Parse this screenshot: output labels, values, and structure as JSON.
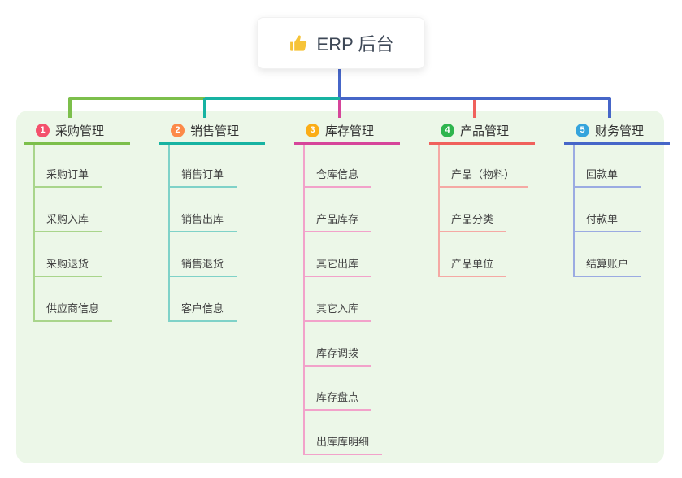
{
  "canvas": {
    "background": "#FFFFFF",
    "panel_background": "#ECF7E8"
  },
  "root": {
    "label": "ERP 后台",
    "icon": "thumbs-up-icon",
    "icon_color": "#F6C338",
    "trunk_color": "#4A63C8"
  },
  "branches": [
    {
      "number": "1",
      "title": "采购管理",
      "badge_color": "#F4516C",
      "line_color": "#7CBF4B",
      "child_line_color": "#A9D58B",
      "children": [
        "采购订单",
        "采购入库",
        "采购退货",
        "供应商信息"
      ]
    },
    {
      "number": "2",
      "title": "销售管理",
      "badge_color": "#FC8A49",
      "line_color": "#17B3A2",
      "child_line_color": "#7FD2C8",
      "children": [
        "销售订单",
        "销售出库",
        "销售退货",
        "客户信息"
      ]
    },
    {
      "number": "3",
      "title": "库存管理",
      "badge_color": "#FBAD17",
      "line_color": "#D6459A",
      "child_line_color": "#F2A2CA",
      "children": [
        "仓库信息",
        "产品库存",
        "其它出库",
        "其它入库",
        "库存调拨",
        "库存盘点",
        "出库库明细"
      ]
    },
    {
      "number": "4",
      "title": "产品管理",
      "badge_color": "#2EB54E",
      "line_color": "#F0615C",
      "child_line_color": "#F5A9A4",
      "children": [
        "产品（物料）",
        "产品分类",
        "产品单位"
      ]
    },
    {
      "number": "5",
      "title": "财务管理",
      "badge_color": "#35A4DC",
      "line_color": "#4666C8",
      "child_line_color": "#9BABE2",
      "children": [
        "回款单",
        "付款单",
        "结算账户"
      ]
    }
  ]
}
